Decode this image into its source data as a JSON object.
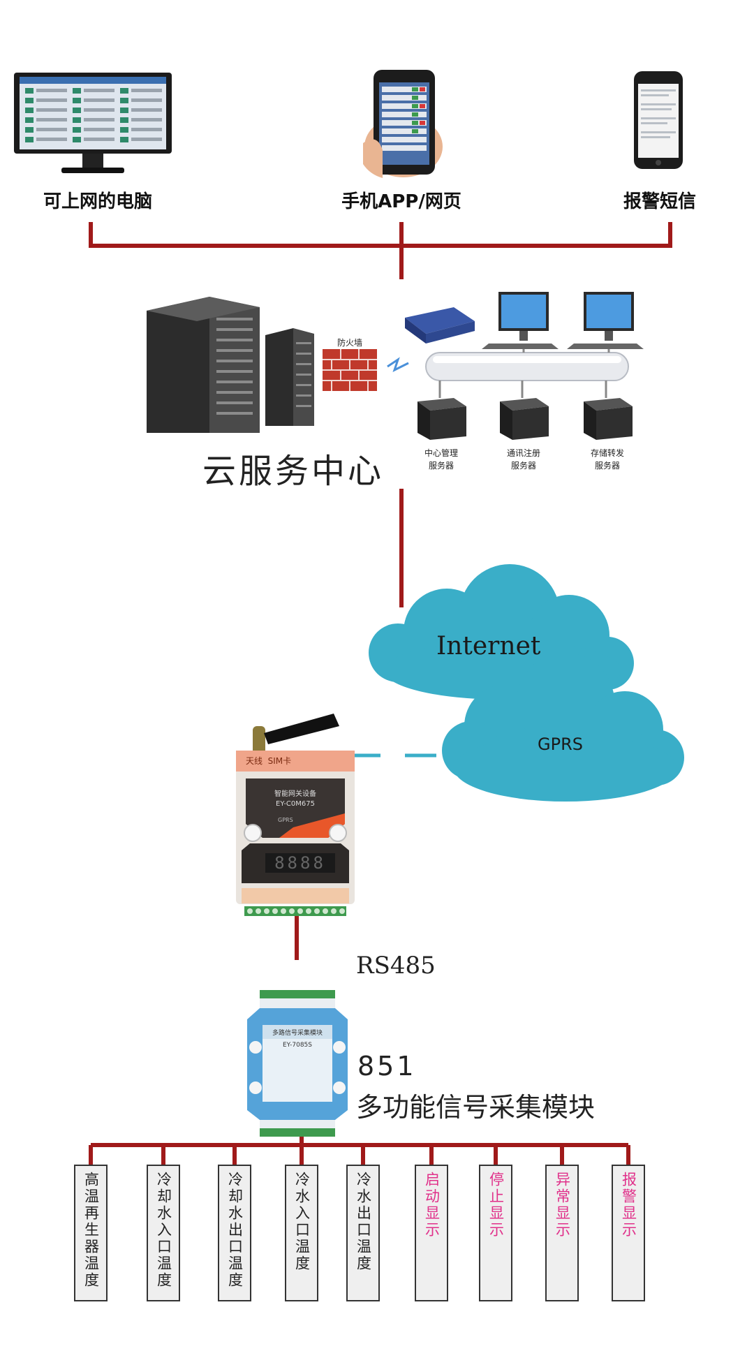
{
  "clients": {
    "pc_label": "可上网的电脑",
    "phone_label": "手机APP/网页",
    "sms_label": "报警短信"
  },
  "cloud_center": {
    "title": "云服务中心",
    "firewall_label": "防火墙",
    "servers": [
      {
        "line1": "中心管理",
        "line2": "服务器"
      },
      {
        "line1": "通讯注册",
        "line2": "服务器"
      },
      {
        "line1": "存储转发",
        "line2": "服务器"
      }
    ]
  },
  "network": {
    "internet_label": "Internet",
    "gprs_label": "GPRS"
  },
  "gateway": {
    "tag": "天线  SIM卡",
    "panel_title": "智能网关设备",
    "model": "EY-C0M675",
    "led": "GPRS",
    "display": "8888"
  },
  "bus_label": "RS485",
  "module": {
    "number": "851",
    "name": "多功能信号采集模块",
    "panel_title": "多路信号采集模块",
    "model": "EY-7085S"
  },
  "signals": [
    {
      "text": "高温再生器温度",
      "color": "#222222"
    },
    {
      "text": "冷却水入口温度",
      "color": "#222222"
    },
    {
      "text": "冷却水出口温度",
      "color": "#222222"
    },
    {
      "text": "冷水入口温度",
      "color": "#222222"
    },
    {
      "text": "冷水出口温度",
      "color": "#222222"
    },
    {
      "text": "启动显示",
      "color": "#e0308a"
    },
    {
      "text": "停止显示",
      "color": "#e0308a"
    },
    {
      "text": "异常显示",
      "color": "#e0308a"
    },
    {
      "text": "报警显示",
      "color": "#e0308a"
    }
  ],
  "colors": {
    "connector": "#a01a1a",
    "cloud": "#3aaec8",
    "signal_highlight": "#e0308a"
  }
}
